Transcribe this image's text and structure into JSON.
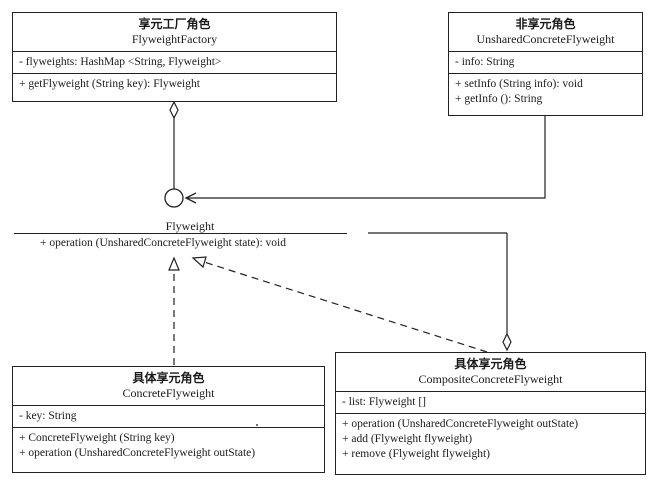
{
  "factory": {
    "role": "享元工厂角色",
    "name": "FlyweightFactory",
    "attributes": [
      "- flyweights: HashMap <String, Flyweight>"
    ],
    "methods": [
      "+ getFlyweight (String key): Flyweight"
    ]
  },
  "unshared": {
    "role": "非享元角色",
    "name": "UnsharedConcreteFlyweight",
    "attributes": [
      "- info: String"
    ],
    "methods": [
      "+ setInfo (String info): void",
      "+ getInfo (): String"
    ]
  },
  "flyweight": {
    "name": "Flyweight",
    "methods": [
      "+ operation (UnsharedConcreteFlyweight state): void"
    ]
  },
  "concrete": {
    "role": "具体享元角色",
    "name": "ConcreteFlyweight",
    "attributes": [
      "- key: String"
    ],
    "methods": [
      "+ ConcreteFlyweight (String key)",
      "+ operation (UnsharedConcreteFlyweight outState)"
    ]
  },
  "composite": {
    "role": "具体享元角色",
    "name": "CompositeConcreteFlyweight",
    "attributes": [
      "- list: Flyweight []"
    ],
    "methods": [
      "+ operation (UnsharedConcreteFlyweight outState)",
      "+ add (Flyweight flyweight)",
      "+ remove (Flyweight flyweight)"
    ]
  }
}
